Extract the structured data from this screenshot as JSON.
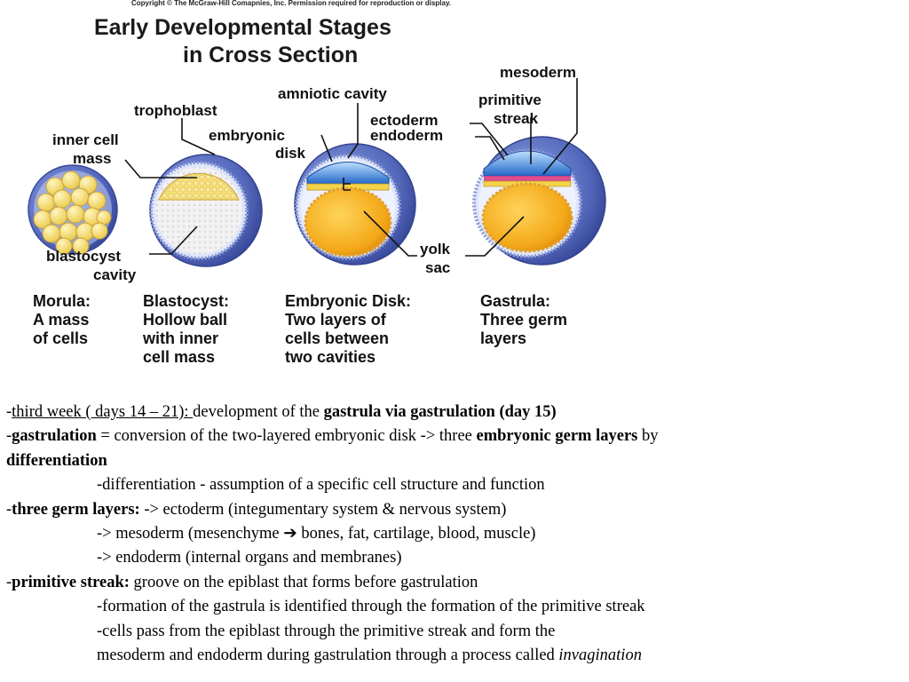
{
  "figure": {
    "copyright": "Copyright © The McGraw-Hill Comapnies, Inc. Permission required for reproduction or display.",
    "title_line1": "Early Developmental Stages",
    "title_line2": "in Cross Section",
    "labels": {
      "mesoderm": "mesoderm",
      "amniotic_cavity": "amniotic cavity",
      "primitive": "primitive",
      "streak": "streak",
      "trophoblast": "trophoblast",
      "ectoderm": "ectoderm",
      "endoderm": "endoderm",
      "embryonic": "embryonic",
      "disk": "disk",
      "inner_cell": "inner cell",
      "mass": "mass",
      "blastocyst": "blastocyst",
      "cavity": "cavity",
      "yolk": "yolk",
      "sac": "sac"
    },
    "stages": [
      {
        "lines": [
          "Morula:",
          "A mass",
          "of cells"
        ]
      },
      {
        "lines": [
          "Blastocyst:",
          "Hollow ball",
          "with inner",
          "cell mass"
        ]
      },
      {
        "lines": [
          "Embryonic Disk:",
          "Two layers of",
          "cells between",
          "two cavities"
        ]
      },
      {
        "lines": [
          "Gastrula:",
          "Three germ",
          "layers"
        ]
      }
    ],
    "colors": {
      "outer_blue": "#4a5fb0",
      "yolk_orange": "#f3a818",
      "cell_yellow": "#f7dc6e",
      "amnion_blue": "#2f7ad6",
      "mesoderm_pink": "#d8307a"
    }
  },
  "text": {
    "l1": {
      "dash": "-",
      "underlined": "third week ( days 14 – 21): ",
      "plain": "development of the ",
      "bold": "gastrula via gastrulation (day 15)"
    },
    "l2": {
      "dash": "-",
      "bold1": "gastrulation",
      "plain1": " =  conversion of the two-layered  embryonic disk -> three ",
      "bold2": "embryonic  germ layers",
      "plain2": "  by"
    },
    "l3": {
      "bold": "differentiation"
    },
    "l4": {
      "plain": "-differentiation - assumption of a specific cell structure and function"
    },
    "l5": {
      "dash": "-",
      "bold": "three germ layers:",
      "plain": " -> ectoderm (integumentary system & nervous system)"
    },
    "l6": {
      "plain1": "-> mesoderm (mesenchyme ",
      "arrow": "➔",
      "plain2": " bones, fat, cartilage, blood, muscle)"
    },
    "l7": {
      "plain": "-> endoderm (internal organs and membranes)"
    },
    "l8": {
      "dash": "-",
      "bold": "primitive streak:",
      "plain": " groove on the epiblast that forms before gastrulation"
    },
    "l9": {
      "plain": "-formation of the gastrula is identified through the formation of the primitive streak"
    },
    "l10": {
      "plain": "-cells pass from the epiblast through the primitive streak and form the"
    },
    "l11": {
      "plain": "mesoderm and endoderm during gastrulation through a process called ",
      "italic": "invagination"
    }
  }
}
